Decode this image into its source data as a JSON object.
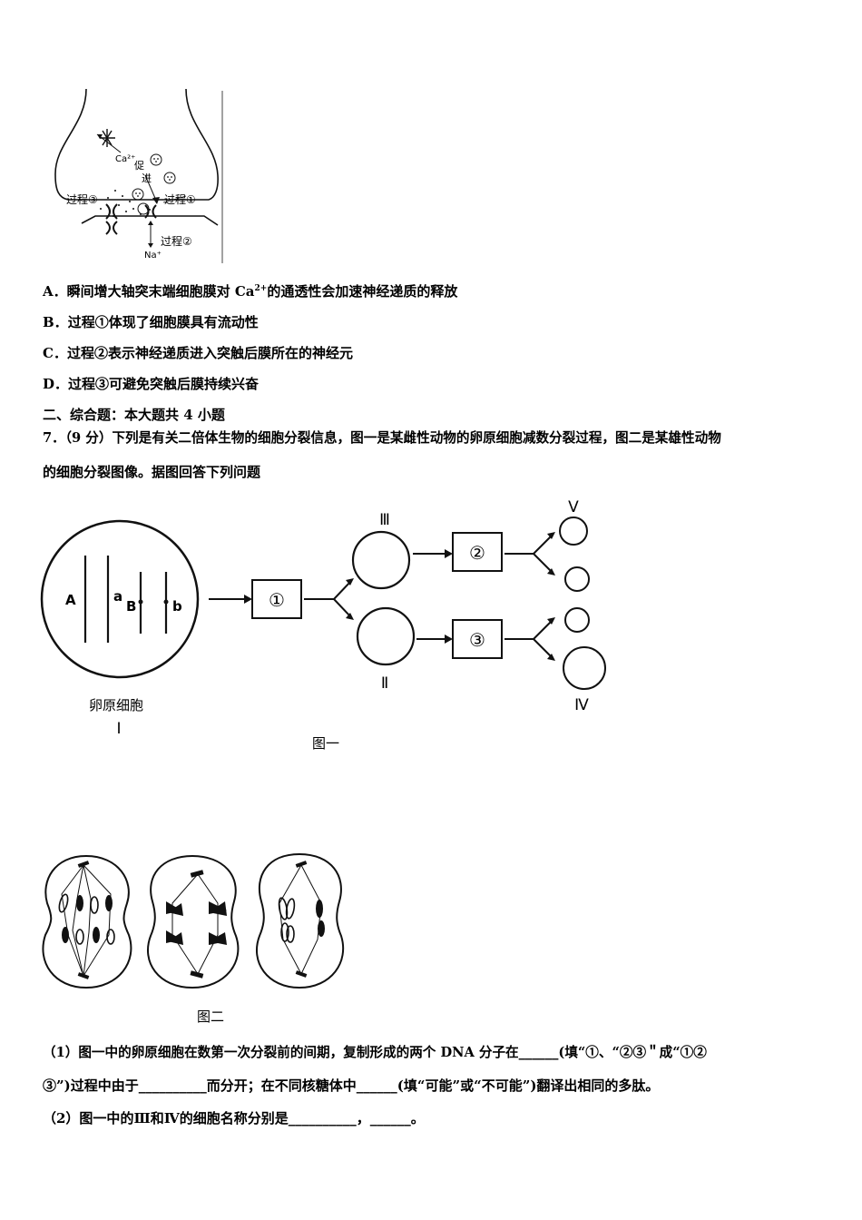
{
  "synapse_figure": {
    "ca_label": "Ca²⁺",
    "promote_char1": "促",
    "promote_char2": "进",
    "process1_label": "过程①",
    "process2_label": "过程②",
    "process3_label": "过程③",
    "na_label": "Na⁺"
  },
  "options": [
    {
      "letter": "A．",
      "text_before": "瞬间增大轴突末端细胞膜对 Ca",
      "sup": "2+",
      "text_after": "的通透性会加速神经递质的释放"
    },
    {
      "letter": "B．",
      "text": "过程①体现了细胞膜具有流动性"
    },
    {
      "letter": "C．",
      "text": "过程②表示神经递质进入突触后膜所在的神经元"
    },
    {
      "letter": "D．",
      "text": "过程③可避免突触后膜持续兴奋"
    }
  ],
  "section_heading": "二、综合题：本大题共 4 小题",
  "question7": {
    "line1": "7．（9 分）下列是有关二倍体生物的细胞分裂信息，图一是某雌性动物的卵原细胞减数分裂过程，图二是某雄性动物",
    "line2": "的细胞分裂图像。据图回答下列问题"
  },
  "figure1": {
    "chrom_labels": [
      "A",
      "a",
      "B",
      "b"
    ],
    "box1": "①",
    "box2": "②",
    "box3": "③",
    "label_III": "Ⅲ",
    "label_II": "Ⅱ",
    "label_V": "Ⅴ",
    "label_IV": "Ⅳ",
    "cell_name": "卵原细胞",
    "label_I": "Ⅰ",
    "caption": "图一"
  },
  "figure2": {
    "caption": "图二"
  },
  "subquestions": {
    "q1_line1": "（1）图一中的卵原细胞在数第一次分裂前的间期，复制形成的两个 DNA 分子在______(填“①、“②③＂成“①②",
    "q1_line2": "③”)过程中由于__________而分开；在不同核糖体中______(填“可能”或“不可能”)翻译出相同的多肽。",
    "q2_line1": "（2）图一中的Ⅲ和Ⅳ的细胞名称分别是__________，______。"
  }
}
